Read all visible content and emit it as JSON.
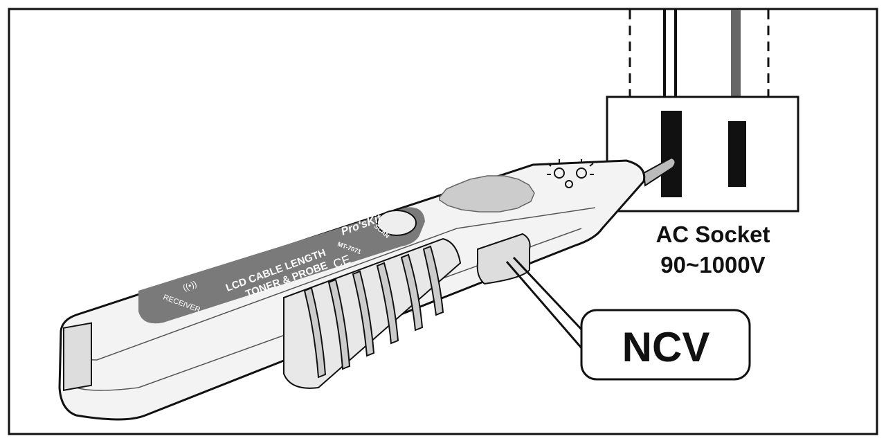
{
  "socket": {
    "title": "AC Socket",
    "voltage": "90~1000V"
  },
  "callout": {
    "label": "NCV"
  },
  "device": {
    "brand": "Pro'sKit",
    "model": "MT-7071",
    "line1": "LCD CABLE LENGTH",
    "line2": "TONER & PROBE",
    "button": "SCAN",
    "receiver": "RECEIVER",
    "ce": "CE"
  },
  "colors": {
    "panel": "#7a7a7a",
    "body": "#f2f2f2",
    "grip": "#cfcfcf",
    "wire": "#666666"
  }
}
